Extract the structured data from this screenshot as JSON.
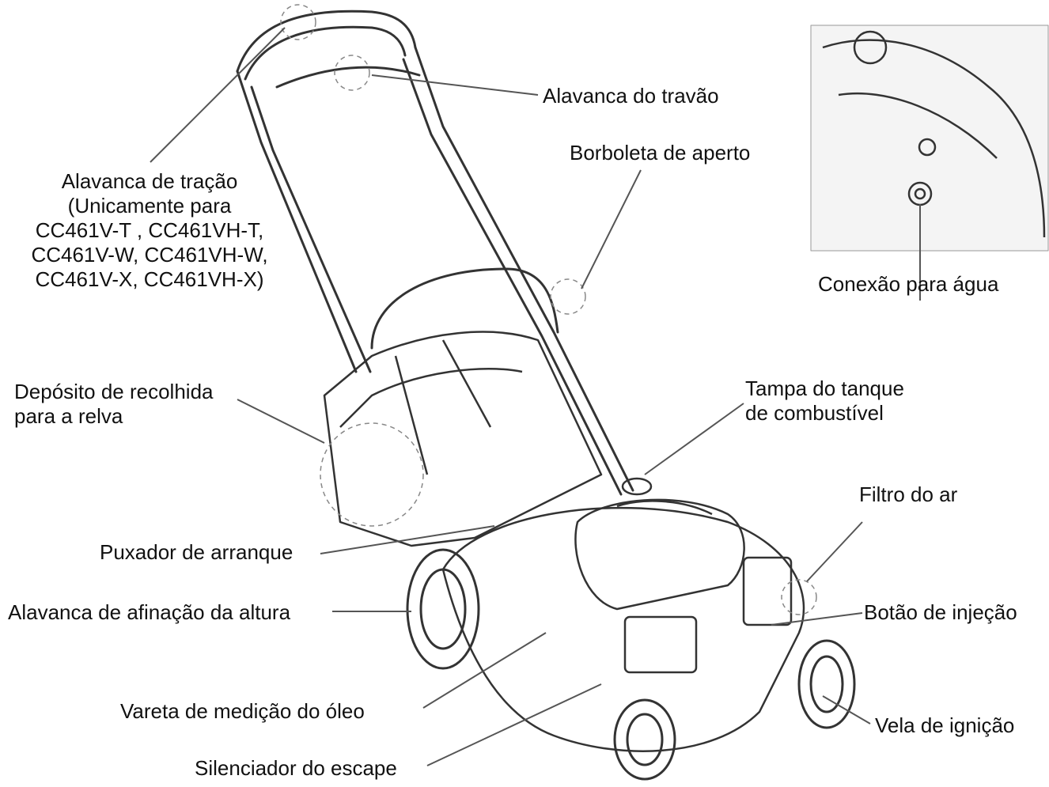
{
  "labels": {
    "brake_lever": "Alavanca do travão",
    "wing_nut": "Borboleta de aperto",
    "traction_lever": "Alavanca de tração\n(Unicamente para\nCC461V-T , CC461VH-T,\nCC461V-W, CC461VH-W,\nCC461V-X, CC461VH-X)",
    "water_connection": "Conexão para água",
    "grass_bag": "Depósito de recolhida\npara a relva",
    "fuel_cap": "Tampa do tanque\nde combustível",
    "air_filter": "Filtro do ar",
    "starter_handle": "Puxador de arranque",
    "height_lever": "Alavanca de afinação da altura",
    "primer_button": "Botão de injeção",
    "dipstick": "Vareta de medição do óleo",
    "spark_plug": "Vela de ignição",
    "muffler": "Silenciador do escape"
  },
  "colors": {
    "line": "#555555",
    "ink": "#111111",
    "drawing": "#333333"
  }
}
